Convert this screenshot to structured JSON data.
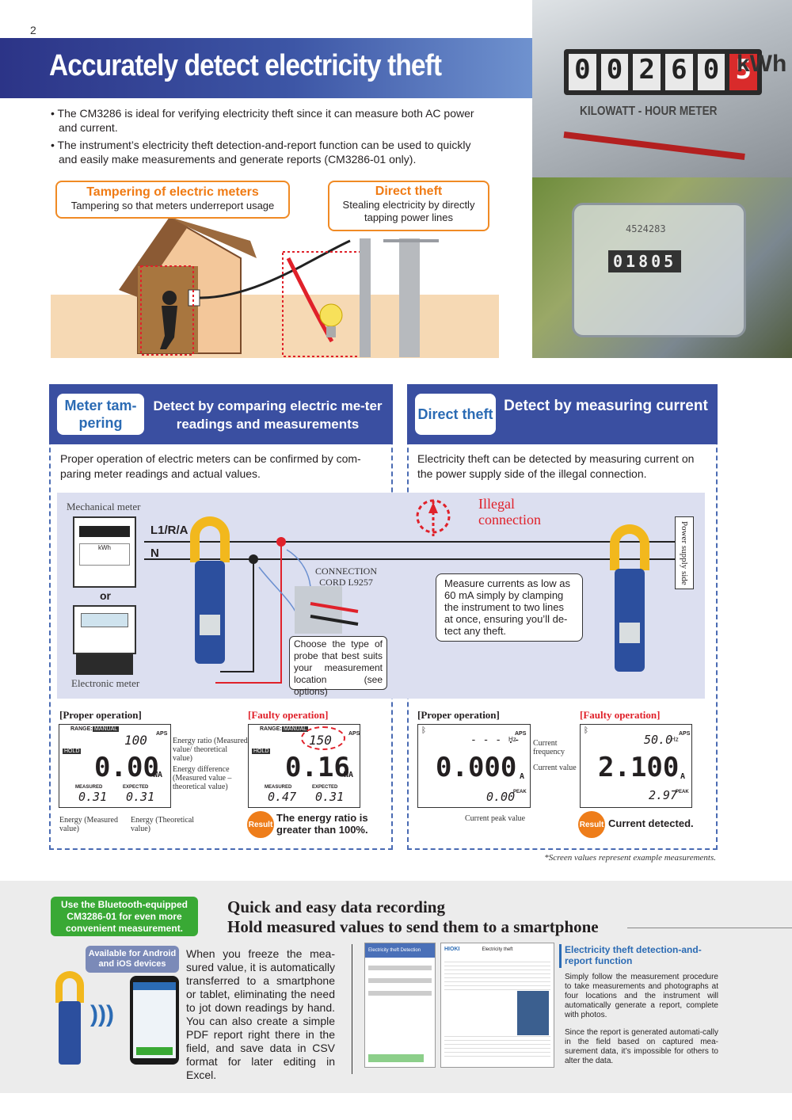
{
  "page_number": "2",
  "title": "Accurately detect electricity theft",
  "photo_meter": {
    "digits": [
      "0",
      "0",
      "2",
      "6",
      "0",
      "5"
    ],
    "unit": "kWh",
    "label": "KILOWATT - HOUR METER"
  },
  "photo_meter2": {
    "top": "4524283",
    "reading": "01805"
  },
  "bullets": [
    "• The CM3286 is ideal for verifying electricity theft since it can measure both AC power and current.",
    "• The instrument’s electricity theft detection-and-report function can be used to quickly and easily make measurements and generate reports (CM3286-01 only)."
  ],
  "callout_tamper": {
    "heading": "Tampering of electric meters",
    "text": "Tampering so that meters underreport usage"
  },
  "callout_direct": {
    "heading": "Direct theft",
    "text": "Stealing electricity by directly tapping power lines"
  },
  "left_panel": {
    "tag": "Meter tam-pering",
    "title": "Detect by comparing electric me-ter readings and measurements",
    "text": "Proper operation of electric meters can be confirmed by com-paring meter readings and actual values.",
    "mech_meter": "Mechanical meter",
    "or": "or",
    "elec_meter": "Electronic meter",
    "line1": "L1/R/A",
    "line2": "N",
    "cord": "CONNECTION CORD L9257",
    "probe_note": "Choose the type of probe that best suits your measurement location (see options)",
    "proper": "[Proper operation]",
    "faulty": "[Faulty operation]",
    "lcd_proper": {
      "range": "RANGE:",
      "manual": "MANUAL",
      "ratio": "100",
      "hold": "HOLD",
      "main": "0.00",
      "unit": "WA",
      "measured": "MEASURED",
      "expected": "EXPECTED",
      "m_val": "0.31",
      "e_val": "0.31",
      "aps": "APS"
    },
    "lcd_faulty": {
      "range": "RANGE:",
      "manual": "MANUAL",
      "ratio": "150",
      "hold": "HOLD",
      "main": "0.16",
      "unit": "WA",
      "measured": "MEASURED",
      "expected": "EXPECTED",
      "m_val": "0.47",
      "e_val": "0.31",
      "aps": "APS"
    },
    "ann_ratio": "Energy ratio (Measured value/ theoretical value)",
    "ann_diff": "Energy difference (Measured value – theoretical value)",
    "ann_energy_m": "Energy (Measured value)",
    "ann_energy_t": "Energy (Theoretical value)",
    "result_label": "Result",
    "result_text": "The energy ratio is greater than 100%."
  },
  "right_panel": {
    "tag": "Direct theft",
    "title": "Detect by measuring current",
    "text": "Electricity theft can be detected by measuring current on the power supply side of the illegal connection.",
    "illegal": "Illegal connection",
    "power_side": "Power supply side",
    "measure_note": "Measure currents as low as 60 mA simply by clamping the instrument to two lines at once, ensuring you’ll de-tect any theft.",
    "proper": "[Proper operation]",
    "faulty": "[Faulty operation]",
    "lcd_proper": {
      "freq": "- - - .-",
      "hz": "Hz",
      "main": "0.000",
      "unit": "A",
      "peak": "0.00",
      "peak_lbl": "PEAK",
      "aps": "APS"
    },
    "lcd_faulty": {
      "freq": "50.0",
      "hz": "Hz",
      "main": "2.100",
      "unit": "A",
      "peak": "2.97",
      "peak_lbl": "PEAK",
      "aps": "APS"
    },
    "ann_freq": "Current frequency",
    "ann_value": "Current value",
    "ann_peak": "Current peak value",
    "result_label": "Result",
    "result_text": "Current detected."
  },
  "footnote": "*Screen values represent example measurements.",
  "bottom": {
    "green_tag": "Use the Bluetooth-equipped CM3286-01 for even more convenient measurement.",
    "heading1": "Quick and easy data recording",
    "heading2": "Hold measured values to send them to a smartphone",
    "avail": "Available for Android and iOS devices",
    "paragraph": "When you freeze the mea-sured value, it is automatically transferred to a smartphone or tablet, eliminating the need to jot down readings by hand. You can also create a simple PDF report right there in the field, and save data in CSV format for later editing in Excel.",
    "app_title": "Electricity theft Detection",
    "report_brand": "HIOKI",
    "report_title": "Electricity theft",
    "report_heading": "Electricity theft detection-and-report function",
    "report_p1": "Simply follow the measurement procedure to take measurements and photographs at four locations and the instrument will automatically generate a report, complete with photos.",
    "report_p2": "Since the report is generated automati-cally in the field based on captured mea-surement data, it’s impossible for others to alter the data."
  },
  "colors": {
    "navy": "#3a4fa1",
    "orange": "#f07b14",
    "green": "#39a935",
    "red": "#e0212a"
  }
}
